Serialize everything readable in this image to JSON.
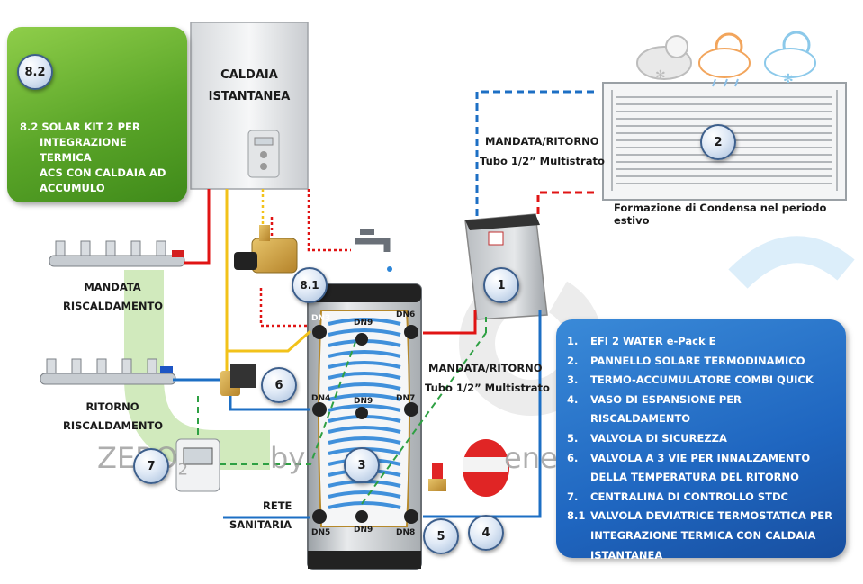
{
  "boiler": {
    "line1": "CALDAIA",
    "line2": "ISTANTANEA"
  },
  "solar_kit": {
    "badge": "8.2",
    "desc_lines": [
      "8.2 SOLAR KIT 2 PER",
      "INTEGRAZIONE TERMICA",
      "ACS CON CALDAIA AD",
      "ACCUMULO"
    ]
  },
  "labels": {
    "mandata_ritorno_top": "MANDATA/RITORNO",
    "tubo_top": "Tubo 1/2” Multistrato",
    "mandata_ritorno_mid": "MANDATA/RITORNO",
    "tubo_mid": "Tubo 1/2” Multistrato",
    "condensa": "Formazione di Condensa nel periodo estivo",
    "mandata_risc_1": "MANDATA",
    "mandata_risc_2": "RISCALDAMENTO",
    "ritorno_risc_1": "RITORNO",
    "ritorno_risc_2": "RISCALDAMENTO",
    "rete_1": "RETE",
    "rete_2": "SANITARIA"
  },
  "dn": {
    "dn3": "DN3",
    "dn9a": "DN9",
    "dn6": "DN6",
    "dn4": "DN4",
    "dn9b": "DN9",
    "dn7": "DN7",
    "dn5": "DN5",
    "dn9c": "DN9",
    "dn8": "DN8"
  },
  "badges": {
    "b1": "1",
    "b2": "2",
    "b3": "3",
    "b4": "4",
    "b5": "5",
    "b6": "6",
    "b7": "7",
    "b81": "8.1"
  },
  "legend": [
    {
      "n": "1.",
      "t": "EFI 2 WATER e-Pack E"
    },
    {
      "n": "2.",
      "t": "PANNELLO SOLARE TERMODINAMICO"
    },
    {
      "n": "3.",
      "t": "TERMO-ACCUMULATORE COMBI QUICK"
    },
    {
      "n": "4.",
      "t": "VASO DI ESPANSIONE PER RISCALDAMENTO"
    },
    {
      "n": "5.",
      "t": "VALVOLA DI SICUREZZA"
    },
    {
      "n": "6.",
      "t": "VALVOLA A 3 VIE PER INNALZAMENTO DELLA TEMPERATURA DEL RITORNO"
    },
    {
      "n": "7.",
      "t": "CENTRALINA DI CONTROLLO STDC"
    },
    {
      "n": "8.1",
      "t": "VALVOLA DEVIATRICE TERMOSTATICA PER INTEGRAZIONE TERMICA CON CALDAIA ISTANTANEA"
    }
  ],
  "watermark": {
    "left": "ZERO",
    "sub": "2",
    "mid": "by",
    "right": "ene"
  },
  "colors": {
    "red": "#e01414",
    "blue": "#1d6fc4",
    "yellow": "#f2c21a",
    "green_dash": "#2ea043",
    "coil": "#2d86d8",
    "tank_body": "#cfd3d6"
  }
}
